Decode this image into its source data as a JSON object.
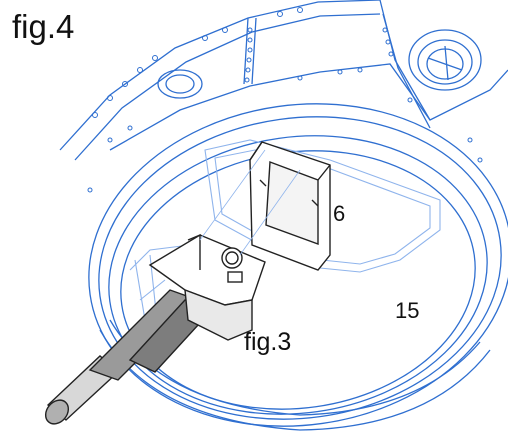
{
  "labels": {
    "figure_main": "fig.4",
    "part_number_frame": "6",
    "part_number_ring": "15",
    "figure_reference": "fig.3"
  },
  "colors": {
    "line_blue": "#2f6fd0",
    "line_light_blue": "#8fb4ec",
    "part_outline": "#222222",
    "part_shadow": "#9a9a9a",
    "background": "#ffffff"
  }
}
